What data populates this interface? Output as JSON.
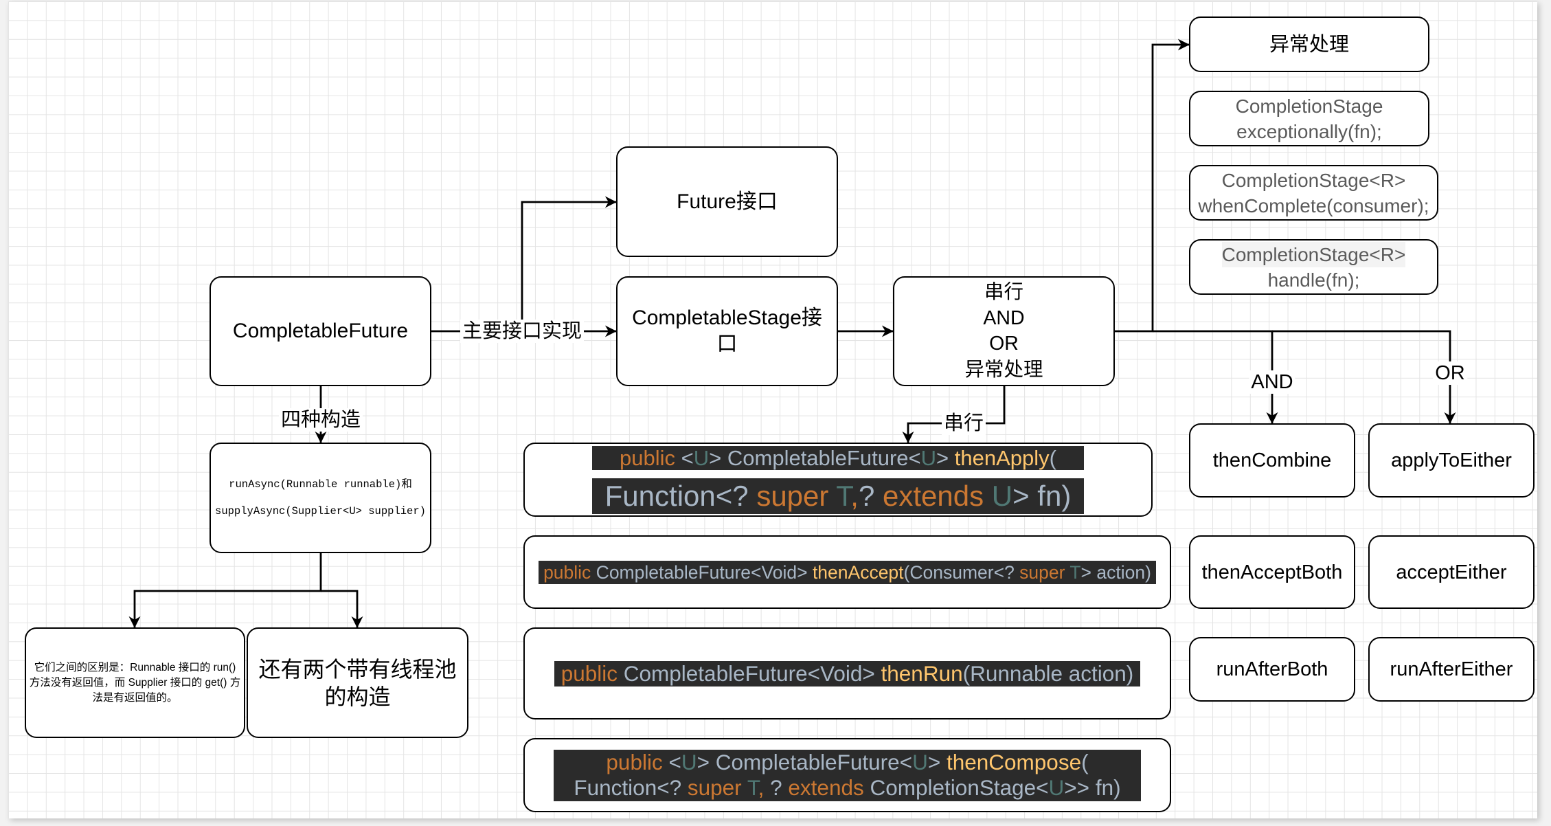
{
  "colors": {
    "node_border": "#000000",
    "node_fill": "#ffffff",
    "grid_line": "#e4e4e4",
    "muted_text": "#5a5a5a"
  },
  "code_background": "#2b2b2b",
  "nodes": {
    "completable_future": "CompletableFuture",
    "future_interface": "Future接口",
    "completable_stage": "CompletableStage接口",
    "stage_categories": [
      "串行",
      "AND",
      "OR",
      "异常处理"
    ],
    "exception_handling": "异常处理",
    "exceptionally": [
      "CompletionStage",
      "exceptionally(fn);"
    ],
    "when_complete": [
      "CompletionStage<R>",
      "whenComplete(consumer);"
    ],
    "handle": [
      "CompletionStage<R>",
      "handle(fn);"
    ],
    "and_methods": [
      "thenCombine",
      "thenAcceptBoth",
      "runAfterBoth"
    ],
    "or_methods": [
      "applyToEither",
      "acceptEither",
      "runAfterEither"
    ],
    "constructors": [
      "runAsync(Runnable runnable)和",
      "supplyAsync(Supplier<U> supplier)"
    ],
    "difference_note": "它们之间的区别是：Runnable 接口的 run() 方法没有返回值，而 Supplier 接口的 get() 方法是有返回值的。",
    "thread_pool_note": "还有两个带有线程池的构造"
  },
  "edge_labels": {
    "main_impl": "主要接口实现",
    "four_constructors": "四种构造",
    "serial": "串行",
    "and": "AND",
    "or": "OR"
  },
  "code": {
    "then_apply": {
      "lines": [
        [
          {
            "t": "public",
            "c": "#cc7832"
          },
          {
            "t": " <",
            "c": "#a9b7c6"
          },
          {
            "t": "U",
            "c": "#507874"
          },
          {
            "t": "> CompletableFuture<",
            "c": "#a9b7c6"
          },
          {
            "t": "U",
            "c": "#507874"
          },
          {
            "t": "> ",
            "c": "#a9b7c6"
          },
          {
            "t": "thenApply",
            "c": "#ffc66d"
          },
          {
            "t": "(",
            "c": "#a9b7c6"
          }
        ],
        [
          {
            "t": "Function<? ",
            "c": "#a9b7c6"
          },
          {
            "t": "super",
            "c": "#cc7832"
          },
          {
            "t": " T",
            "c": "#507874"
          },
          {
            "t": ",",
            "c": "#cc7832"
          },
          {
            "t": "? ",
            "c": "#a9b7c6"
          },
          {
            "t": "extends",
            "c": "#cc7832"
          },
          {
            "t": " U",
            "c": "#507874"
          },
          {
            "t": "> fn)",
            "c": "#a9b7c6"
          }
        ]
      ]
    },
    "then_accept": {
      "lines": [
        [
          {
            "t": "public",
            "c": "#cc7832"
          },
          {
            "t": " CompletableFuture<Void> ",
            "c": "#a9b7c6"
          },
          {
            "t": "thenAccept",
            "c": "#ffc66d"
          },
          {
            "t": "(Consumer<? ",
            "c": "#a9b7c6"
          },
          {
            "t": "super",
            "c": "#cc7832"
          },
          {
            "t": " T",
            "c": "#507874"
          },
          {
            "t": "> action)",
            "c": "#a9b7c6"
          }
        ]
      ]
    },
    "then_run": {
      "lines": [
        [
          {
            "t": "public",
            "c": "#cc7832"
          },
          {
            "t": " CompletableFuture<Void> ",
            "c": "#a9b7c6"
          },
          {
            "t": "thenRun",
            "c": "#ffc66d"
          },
          {
            "t": "(Runnable action)",
            "c": "#a9b7c6"
          }
        ]
      ]
    },
    "then_compose": {
      "lines": [
        [
          {
            "t": "public",
            "c": "#cc7832"
          },
          {
            "t": " <",
            "c": "#a9b7c6"
          },
          {
            "t": "U",
            "c": "#507874"
          },
          {
            "t": "> CompletableFuture<",
            "c": "#a9b7c6"
          },
          {
            "t": "U",
            "c": "#507874"
          },
          {
            "t": "> ",
            "c": "#a9b7c6"
          },
          {
            "t": "thenCompose",
            "c": "#ffc66d"
          },
          {
            "t": "(",
            "c": "#a9b7c6"
          }
        ],
        [
          {
            "t": "Function<? ",
            "c": "#a9b7c6"
          },
          {
            "t": "super",
            "c": "#cc7832"
          },
          {
            "t": " T",
            "c": "#507874"
          },
          {
            "t": ",",
            "c": "#cc7832"
          },
          {
            "t": " ? ",
            "c": "#a9b7c6"
          },
          {
            "t": "extends",
            "c": "#cc7832"
          },
          {
            "t": " CompletionStage<",
            "c": "#a9b7c6"
          },
          {
            "t": "U",
            "c": "#507874"
          },
          {
            "t": ">> fn)",
            "c": "#a9b7c6"
          }
        ]
      ]
    }
  }
}
